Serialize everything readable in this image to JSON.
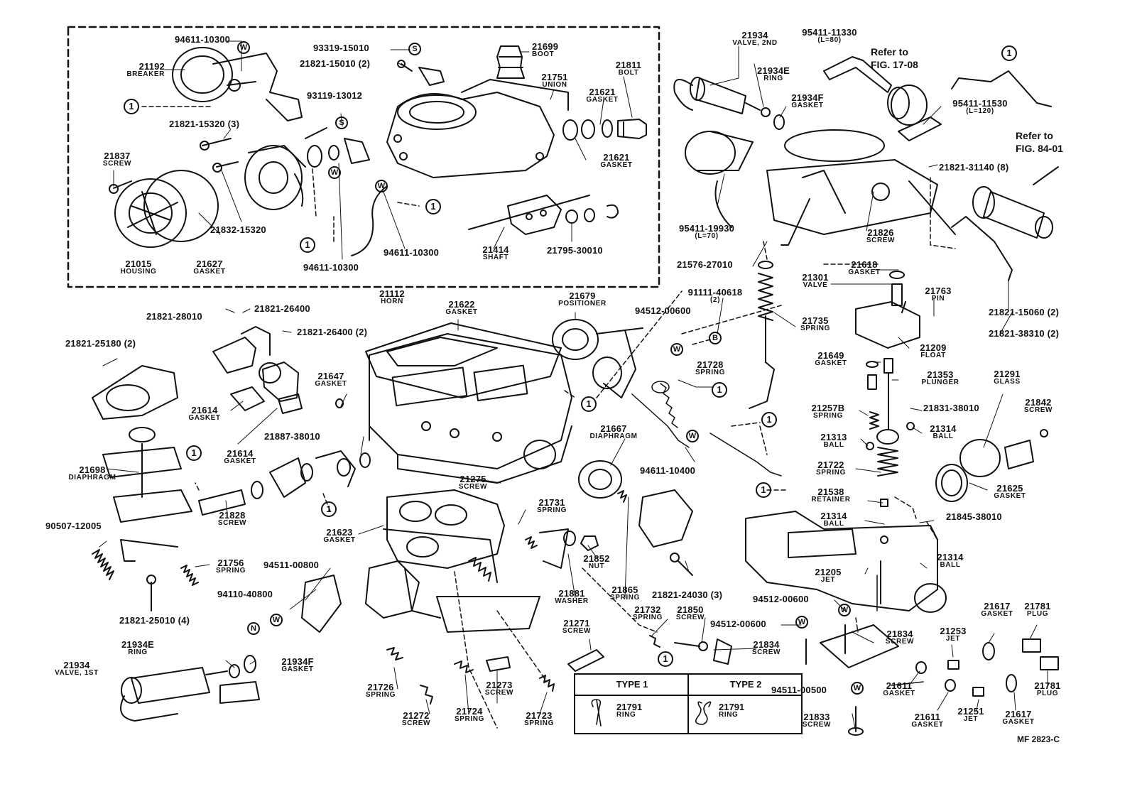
{
  "callouts": [
    {
      "id": "c1",
      "part": "94611-10300",
      "name": ""
    },
    {
      "id": "c2",
      "part": "21192",
      "name": "BREAKER"
    },
    {
      "id": "c3",
      "part": "93319-15010",
      "name": ""
    },
    {
      "id": "c4",
      "part": "21821-15010 (2)",
      "name": ""
    },
    {
      "id": "c5",
      "part": "21699",
      "name": "BOOT"
    },
    {
      "id": "c6",
      "part": "21751",
      "name": "UNION"
    },
    {
      "id": "c7",
      "part": "21811",
      "name": "BOLT"
    },
    {
      "id": "c8",
      "part": "21621",
      "name": "GASKET"
    },
    {
      "id": "c9",
      "part": "93119-13012",
      "name": ""
    },
    {
      "id": "c10",
      "part": "21821-15320 (3)",
      "name": ""
    },
    {
      "id": "c11",
      "part": "21837",
      "name": "SCREW"
    },
    {
      "id": "c12",
      "part": "21621",
      "name": "GASKET"
    },
    {
      "id": "c13",
      "part": "21832-15320",
      "name": ""
    },
    {
      "id": "c14",
      "part": "21015",
      "name": "HOUSING"
    },
    {
      "id": "c15",
      "part": "21627",
      "name": "GASKET"
    },
    {
      "id": "c16",
      "part": "94611-10300",
      "name": ""
    },
    {
      "id": "c17",
      "part": "94611-10300",
      "name": ""
    },
    {
      "id": "c18",
      "part": "21414",
      "name": "SHAFT"
    },
    {
      "id": "c19",
      "part": "21795-30010",
      "name": ""
    },
    {
      "id": "c20",
      "part": "21112",
      "name": "HORN"
    },
    {
      "id": "c21",
      "part": "21934",
      "name": "VALVE, 2ND"
    },
    {
      "id": "c22",
      "part": "95411-11330",
      "name": "(L=80)"
    },
    {
      "id": "c23",
      "part": "21934E",
      "name": "RING"
    },
    {
      "id": "c24",
      "part": "21934F",
      "name": "GASKET"
    },
    {
      "id": "c25",
      "part": "95411-11530",
      "name": "(L=120)"
    },
    {
      "id": "c26",
      "part": "21821-31140 (8)",
      "name": ""
    },
    {
      "id": "c27",
      "part": "95411-19930",
      "name": "(L=70)"
    },
    {
      "id": "c28",
      "part": "21826",
      "name": "SCREW"
    },
    {
      "id": "c29",
      "part": "21576-27010",
      "name": ""
    },
    {
      "id": "c30",
      "part": "21618",
      "name": "GASKET"
    },
    {
      "id": "c31",
      "part": "21301",
      "name": "VALVE"
    },
    {
      "id": "c32",
      "part": "21763",
      "name": "PIN"
    },
    {
      "id": "c33",
      "part": "21821-15060 (2)",
      "name": ""
    },
    {
      "id": "c34",
      "part": "21821-38310 (2)",
      "name": ""
    },
    {
      "id": "c35",
      "part": "21821-28010",
      "name": ""
    },
    {
      "id": "c36",
      "part": "21821-26400",
      "name": ""
    },
    {
      "id": "c37",
      "part": "21821-26400 (2)",
      "name": ""
    },
    {
      "id": "c38",
      "part": "21622",
      "name": "GASKET"
    },
    {
      "id": "c39",
      "part": "21679",
      "name": "POSITIONER"
    },
    {
      "id": "c40",
      "part": "94512-00600",
      "name": ""
    },
    {
      "id": "c41",
      "part": "91111-40618",
      "name": "(2)"
    },
    {
      "id": "c42",
      "part": "21735",
      "name": "SPRING"
    },
    {
      "id": "c43",
      "part": "21209",
      "name": "FLOAT"
    },
    {
      "id": "c44",
      "part": "21821-25180 (2)",
      "name": ""
    },
    {
      "id": "c45",
      "part": "21647",
      "name": "GASKET"
    },
    {
      "id": "c46",
      "part": "21728",
      "name": "SPRING"
    },
    {
      "id": "c47",
      "part": "21649",
      "name": "GASKET"
    },
    {
      "id": "c48",
      "part": "21353",
      "name": "PLUNGER"
    },
    {
      "id": "c49",
      "part": "21291",
      "name": "GLASS"
    },
    {
      "id": "c50",
      "part": "21614",
      "name": "GASKET"
    },
    {
      "id": "c51",
      "part": "21614",
      "name": "GASKET"
    },
    {
      "id": "c52",
      "part": "21887-38010",
      "name": ""
    },
    {
      "id": "c53",
      "part": "21257B",
      "name": "SPRING"
    },
    {
      "id": "c54",
      "part": "21831-38010",
      "name": ""
    },
    {
      "id": "c55",
      "part": "21842",
      "name": "SCREW"
    },
    {
      "id": "c56",
      "part": "21313",
      "name": "BALL"
    },
    {
      "id": "c57",
      "part": "21314",
      "name": "BALL"
    },
    {
      "id": "c58",
      "part": "21667",
      "name": "DIAPHRAGM"
    },
    {
      "id": "c59",
      "part": "21698",
      "name": "DIAPHRAGM"
    },
    {
      "id": "c60",
      "part": "21722",
      "name": "SPRING"
    },
    {
      "id": "c61",
      "part": "21625",
      "name": "GASKET"
    },
    {
      "id": "c62",
      "part": "21275",
      "name": "SCREW"
    },
    {
      "id": "c63",
      "part": "94611-10400",
      "name": ""
    },
    {
      "id": "c64",
      "part": "21538",
      "name": "RETAINER"
    },
    {
      "id": "c65",
      "part": "21731",
      "name": "SPRING"
    },
    {
      "id": "c66",
      "part": "21828",
      "name": "SCREW"
    },
    {
      "id": "c67",
      "part": "21314",
      "name": "BALL"
    },
    {
      "id": "c68",
      "part": "21845-38010",
      "name": ""
    },
    {
      "id": "c69",
      "part": "90507-12005",
      "name": ""
    },
    {
      "id": "c70",
      "part": "21623",
      "name": "GASKET"
    },
    {
      "id": "c71",
      "part": "21756",
      "name": "SPRING"
    },
    {
      "id": "c72",
      "part": "94511-00800",
      "name": ""
    },
    {
      "id": "c73",
      "part": "21852",
      "name": "NUT"
    },
    {
      "id": "c74",
      "part": "21314",
      "name": "BALL"
    },
    {
      "id": "c75",
      "part": "21205",
      "name": "JET"
    },
    {
      "id": "c76",
      "part": "94110-40800",
      "name": ""
    },
    {
      "id": "c77",
      "part": "21881",
      "name": "WASHER"
    },
    {
      "id": "c78",
      "part": "21865",
      "name": "SPRING"
    },
    {
      "id": "c79",
      "part": "21821-24030 (3)",
      "name": ""
    },
    {
      "id": "c80",
      "part": "94512-00600",
      "name": ""
    },
    {
      "id": "c81",
      "part": "21821-25010 (4)",
      "name": ""
    },
    {
      "id": "c82",
      "part": "21617",
      "name": "GASKET"
    },
    {
      "id": "c83",
      "part": "21781",
      "name": "PLUG"
    },
    {
      "id": "c84",
      "part": "21732",
      "name": "SPRING"
    },
    {
      "id": "c85",
      "part": "21850",
      "name": "SCREW"
    },
    {
      "id": "c86",
      "part": "94512-00600",
      "name": ""
    },
    {
      "id": "c87",
      "part": "21834",
      "name": "SCREW"
    },
    {
      "id": "c88",
      "part": "21271",
      "name": "SCREW"
    },
    {
      "id": "c89",
      "part": "21834",
      "name": "SCREW"
    },
    {
      "id": "c90",
      "part": "21253",
      "name": "JET"
    },
    {
      "id": "c91",
      "part": "21934E",
      "name": "RING"
    },
    {
      "id": "c92",
      "part": "21934",
      "name": "VALVE, 1ST"
    },
    {
      "id": "c93",
      "part": "21934F",
      "name": "GASKET"
    },
    {
      "id": "c94",
      "part": "21611",
      "name": "GASKET"
    },
    {
      "id": "c95",
      "part": "21781",
      "name": "PLUG"
    },
    {
      "id": "c96",
      "part": "94511-00500",
      "name": ""
    },
    {
      "id": "c97",
      "part": "21726",
      "name": "SPRING"
    },
    {
      "id": "c98",
      "part": "21273",
      "name": "SCREW"
    },
    {
      "id": "c99",
      "part": "21611",
      "name": "GASKET"
    },
    {
      "id": "c100",
      "part": "21251",
      "name": "JET"
    },
    {
      "id": "c101",
      "part": "21617",
      "name": "GASKET"
    },
    {
      "id": "c102",
      "part": "21272",
      "name": "SCREW"
    },
    {
      "id": "c103",
      "part": "21724",
      "name": "SPRING"
    },
    {
      "id": "c104",
      "part": "21723",
      "name": "SPRING"
    },
    {
      "id": "c105",
      "part": "21833",
      "name": "SCREW"
    }
  ],
  "references": [
    {
      "id": "r1",
      "line1": "Refer to",
      "line2": "FIG. 17-08"
    },
    {
      "id": "r2",
      "line1": "Refer to",
      "line2": "FIG. 84-01"
    }
  ],
  "marks": {
    "W": "W",
    "S": "S",
    "B": "B",
    "N": "N",
    "one": "1"
  },
  "type_table": {
    "type1_header": "TYPE 1",
    "type2_header": "TYPE 2",
    "type1_part": "21791",
    "type1_name": "RING",
    "type2_part": "21791",
    "type2_name": "RING"
  },
  "figure_id": "MF 2823-C"
}
